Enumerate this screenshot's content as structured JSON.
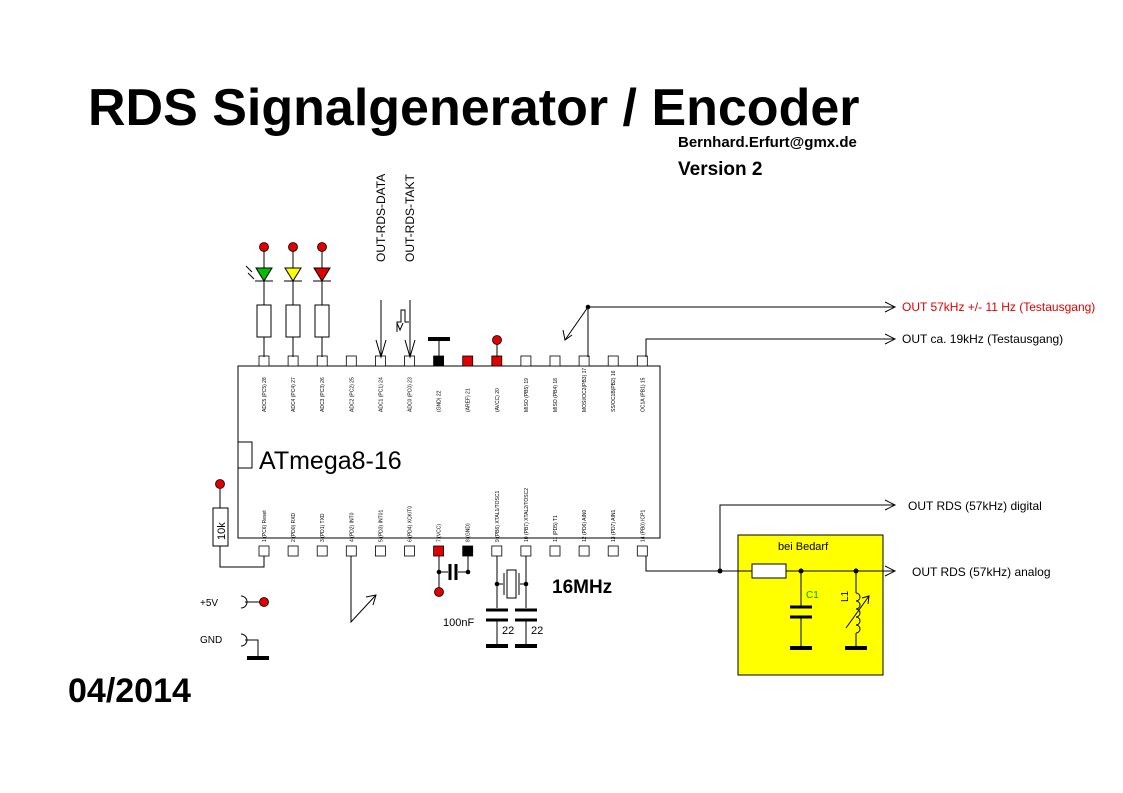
{
  "title": "RDS Signalgenerator / Encoder",
  "author_email": "Bernhard.Erfurt@gmx.de",
  "version": "Version 2",
  "date": "04/2014",
  "chip": {
    "name": "ATmega8-16",
    "top_pins": [
      {
        "label": "ADC5 (PC5) 28",
        "pad": "white"
      },
      {
        "label": "ADC4 (PC4) 27",
        "pad": "white"
      },
      {
        "label": "ADC3 (PC3) 26",
        "pad": "white"
      },
      {
        "label": "ADC2 (PC2) 25",
        "pad": "white"
      },
      {
        "label": "ADC1 (PC1) 24",
        "pad": "white"
      },
      {
        "label": "ADC0 (PC0) 23",
        "pad": "white"
      },
      {
        "label": "(GND) 22",
        "pad": "black"
      },
      {
        "label": "(AREF) 21",
        "pad": "red"
      },
      {
        "label": "(AVCC) 20",
        "pad": "red"
      },
      {
        "label": "MISO (PB5) 19",
        "pad": "white"
      },
      {
        "label": "MISO (PB4) 18",
        "pad": "white"
      },
      {
        "label": "MOSI/OC2(PB3) 17",
        "pad": "white"
      },
      {
        "label": "SS/OC1B(PB2) 16",
        "pad": "white"
      },
      {
        "label": "OC1A (PB1) 15",
        "pad": "white"
      }
    ],
    "bottom_pins": [
      {
        "label": "1 (PC6) Reset",
        "pad": "white"
      },
      {
        "label": "2 (PD0) RXD",
        "pad": "white"
      },
      {
        "label": "3 (PD1) TXD",
        "pad": "white"
      },
      {
        "label": "4 (PD2) INT0",
        "pad": "white"
      },
      {
        "label": "5 (PD3) INT01",
        "pad": "white"
      },
      {
        "label": "6 (PD4) XCK/T0",
        "pad": "white"
      },
      {
        "label": "7 (VCC)",
        "pad": "red"
      },
      {
        "label": "8 (GND)",
        "pad": "black"
      },
      {
        "label": "9 (PB6) XTAL1/TOSC1",
        "pad": "white"
      },
      {
        "label": "10 (PB7) XTAL2/TOSC2",
        "pad": "white"
      },
      {
        "label": "11 (PD5) T1",
        "pad": "white"
      },
      {
        "label": "12 (PD6) AIN0",
        "pad": "white"
      },
      {
        "label": "13 (PD7) AIN1",
        "pad": "white"
      },
      {
        "label": "14 (PB0) ICP1",
        "pad": "white"
      }
    ]
  },
  "signals": {
    "rds_data": "OUT-RDS-DATA",
    "rds_takt": "OUT-RDS-TAKT"
  },
  "outputs": {
    "out_57k": "OUT 57kHz +/- 11 Hz (Testausgang)",
    "out_19k": "OUT ca. 19kHz (Testausgang)",
    "out_digital": "OUT RDS (57kHz) digital",
    "out_analog": "OUT RDS (57kHz) analog"
  },
  "components": {
    "reset_resistor": "10k",
    "crystal": "16MHz",
    "decoupling_cap": "100nF",
    "cap_left": "22",
    "cap_right": "22",
    "filter_box_label": "bei Bedarf",
    "c1": "C1",
    "l1": "L1"
  },
  "power": {
    "vcc": "+5V",
    "gnd": "GND"
  },
  "colors": {
    "red": "#e00000",
    "yellow_box": "#ffff00",
    "led_green": "#00c000",
    "led_yellow": "#ffff00",
    "led_red": "#e00000",
    "c1_label": "#00a000"
  }
}
